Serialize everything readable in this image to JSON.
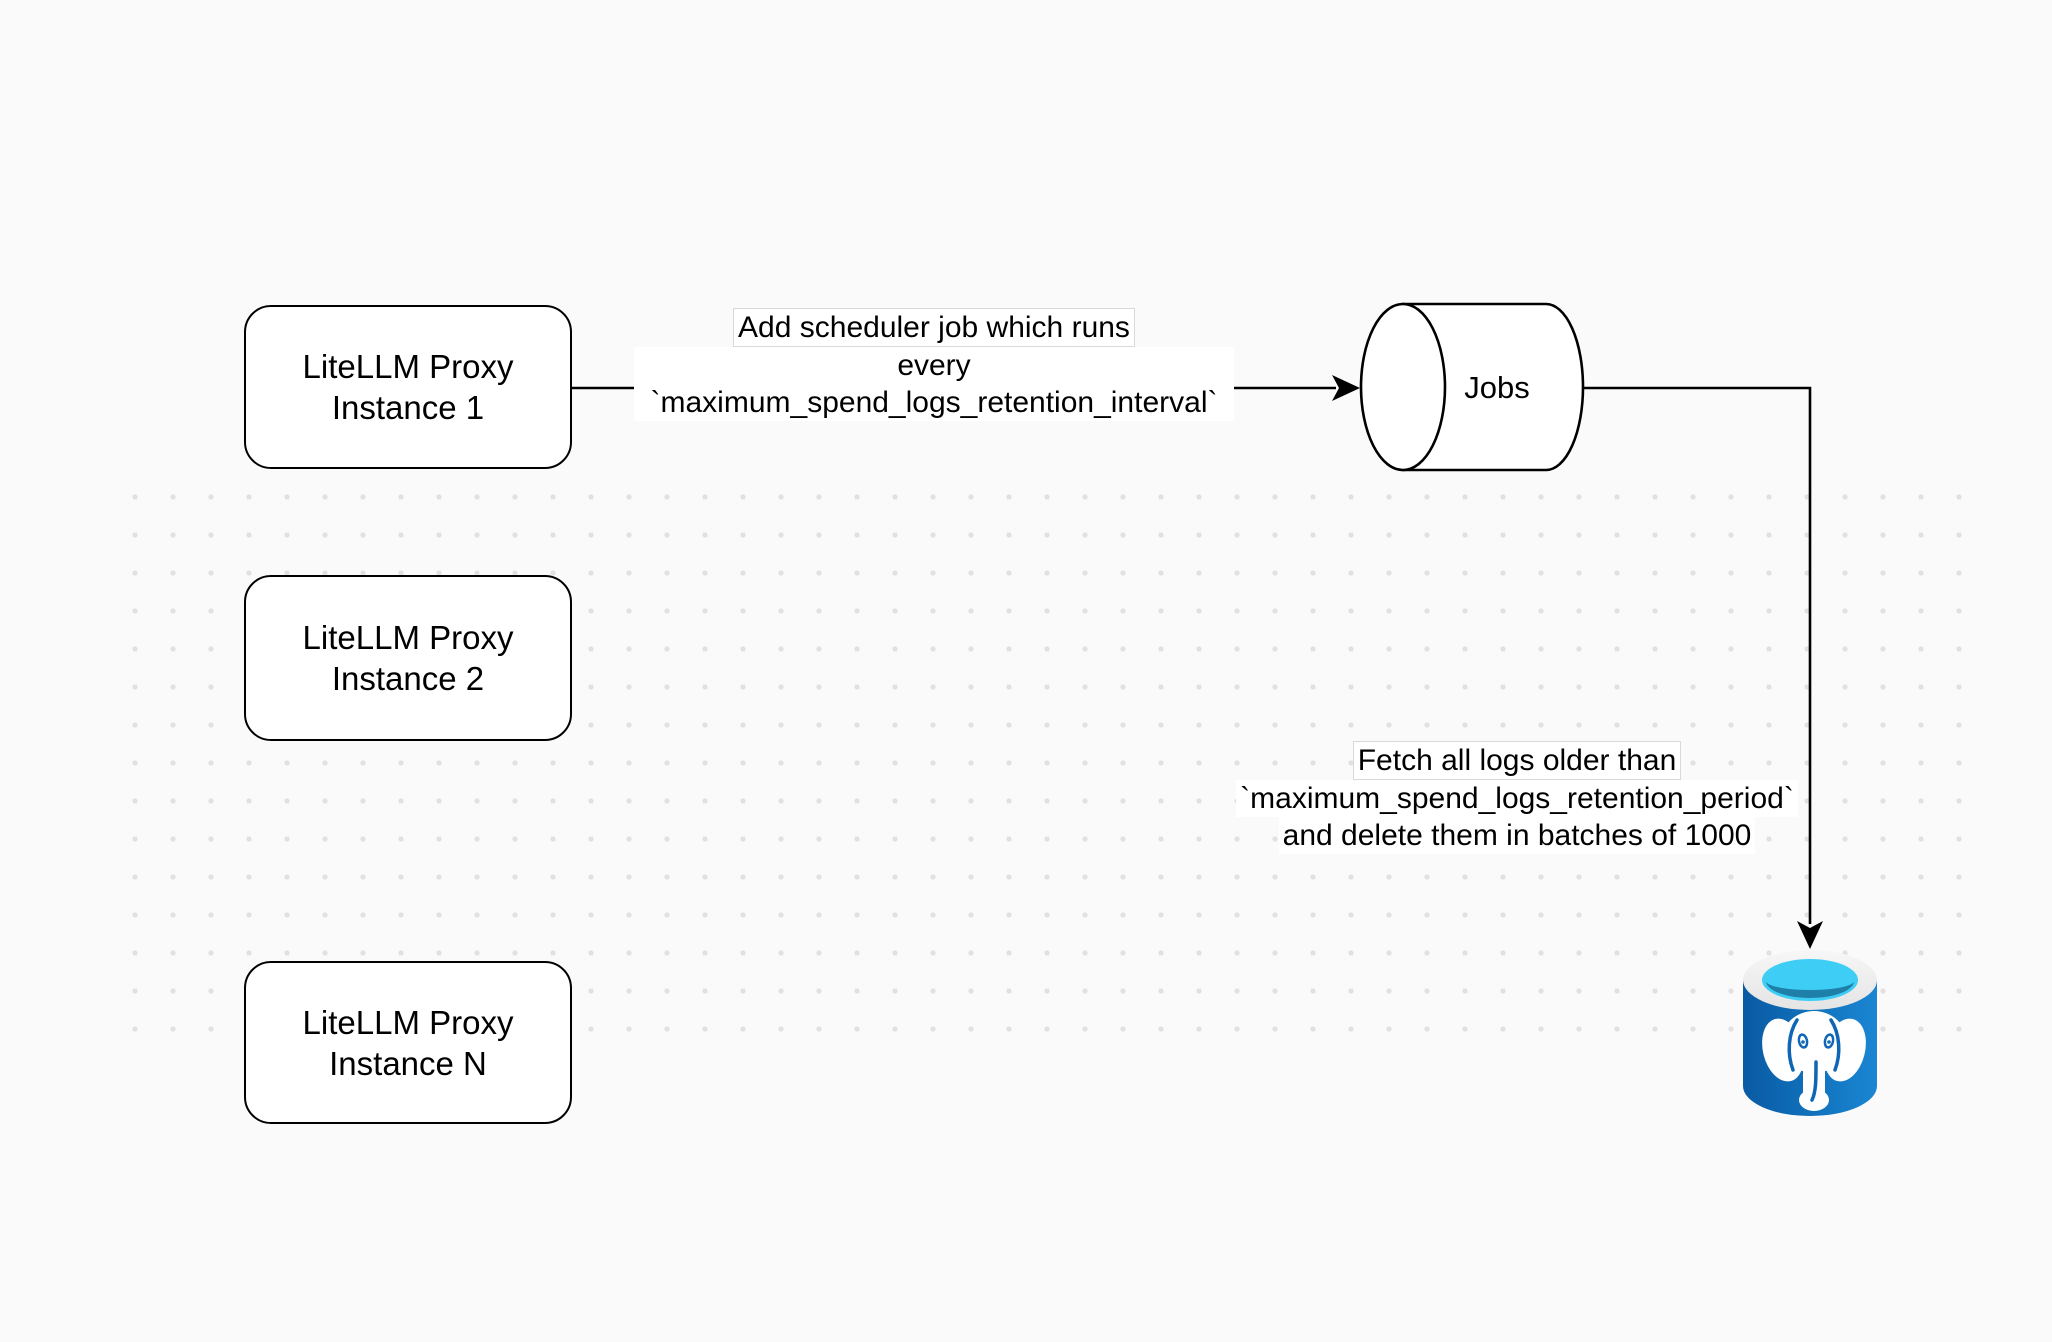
{
  "canvas": {
    "background_color": "#fafafa",
    "dot_color": "#e1e1e1",
    "stroke_color": "#000000"
  },
  "nodes": {
    "proxy_instances": [
      {
        "line1": "LiteLLM Proxy",
        "line2": "Instance 1"
      },
      {
        "line1": "LiteLLM Proxy",
        "line2": "Instance 2"
      },
      {
        "line1": "LiteLLM Proxy",
        "line2": "Instance N"
      }
    ],
    "jobs_queue": {
      "label": "Jobs",
      "shape": "horizontal-cylinder"
    },
    "postgres_db": {
      "icon": "postgresql-database-icon",
      "body_color_left": "#0a5aa4",
      "body_color_right": "#1b86d4",
      "rim_color": "#efefef",
      "water_color": "#3ecdf4",
      "water_shadow_color": "#1e80a8",
      "elephant_color": "#ffffff"
    }
  },
  "edges": {
    "add_scheduler": {
      "line1": "Add scheduler job which runs",
      "line2": "every `maximum_spend_logs_retention_interval`"
    },
    "fetch_delete": {
      "line1": "Fetch all logs older than",
      "line2": "`maximum_spend_logs_retention_period`",
      "line3": "and delete them in batches of 1000"
    }
  }
}
